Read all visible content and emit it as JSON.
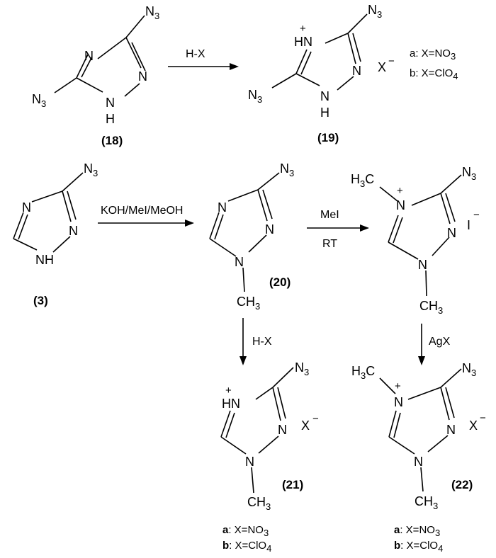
{
  "title": "",
  "colors": {
    "ink": "#000000",
    "background": "#ffffff"
  },
  "atoms": {
    "N": "N",
    "H": "H",
    "NH": "NH",
    "HN": "HN",
    "N3": "N",
    "N3_sub": "3",
    "CH3": "CH",
    "CH3_sub": "3",
    "H3C_H": "H",
    "H3C_sub": "3",
    "H3C_C": "C",
    "plus": "+",
    "minus": "−",
    "iodide": "I",
    "X": "X"
  },
  "compounds": {
    "c18": "(18)",
    "c19": "(19)",
    "c3": "(3)",
    "c20": "(20)",
    "c21": "(21)",
    "c22": "(22)"
  },
  "reagents": {
    "acid": "H-X",
    "methylation": "KOH/MeI/MeOH",
    "mei": "MeI",
    "rt": "RT",
    "silver": "AgX"
  },
  "variants_19": {
    "a_prefix": "a: X=NO",
    "a_sub": "3",
    "b_prefix": "b: X=ClO",
    "b_sub": "4"
  },
  "variants_21": {
    "a_bold": "a",
    "a_text": ": X=NO",
    "a_sub": "3",
    "b_bold": "b",
    "b_text": ": X=ClO",
    "b_sub": "4"
  },
  "variants_22": {
    "a_bold": "a",
    "a_text": ": X=NO",
    "a_sub": "3",
    "b_bold": "b",
    "b_text": ": X=ClO",
    "b_sub": "4"
  }
}
